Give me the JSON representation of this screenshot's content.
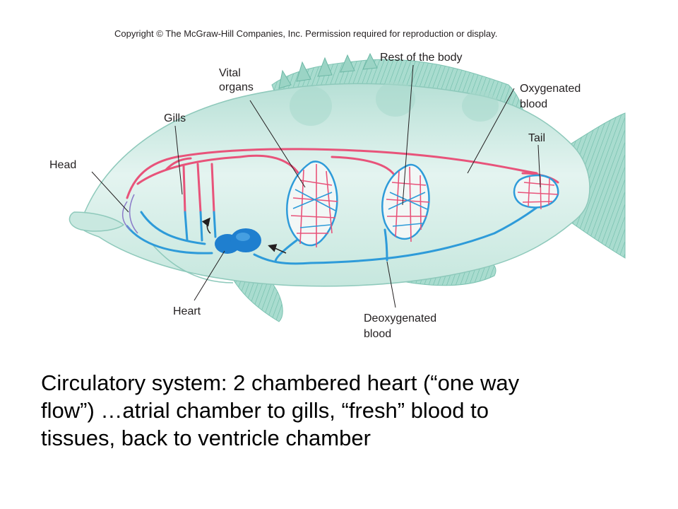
{
  "copyright": "Copyright © The McGraw-Hill Companies, Inc. Permission required for reproduction or display.",
  "labels": {
    "head": "Head",
    "gills": "Gills",
    "vital_1": "Vital",
    "vital_2": "organs",
    "rest": "Rest of the body",
    "oxy_1": "Oxygenated",
    "oxy_2": "blood",
    "tail": "Tail",
    "heart": "Heart",
    "deoxy_1": "Deoxygenated",
    "deoxy_2": "blood"
  },
  "caption": {
    "line1": "Circulatory system: 2 chambered heart (“one way",
    "line2": "flow”) …atrial chamber to gills, “fresh” blood to",
    "line3": "tissues, back to ventricle chamber"
  },
  "colors": {
    "oxygenated": "#e8537a",
    "deoxygenated": "#2e9bd9",
    "heart": "#1f7fcf",
    "fish_body": "#d3ece7",
    "fin": "#8fcfc1"
  }
}
